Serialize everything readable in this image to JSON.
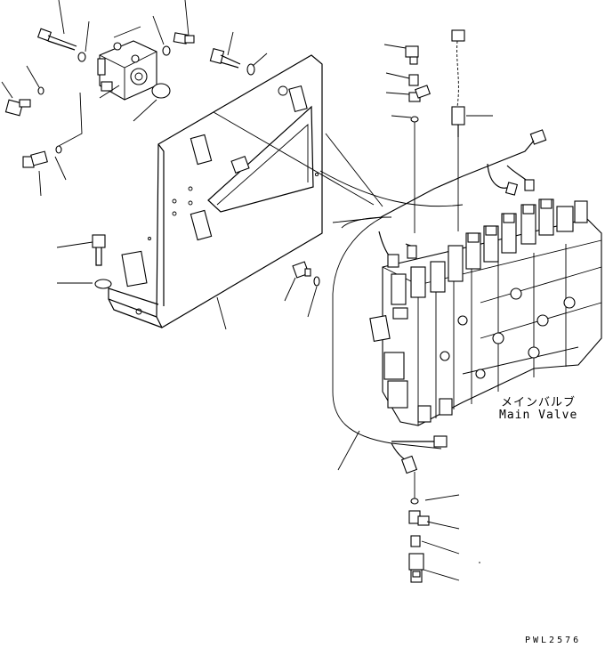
{
  "labels": {
    "valve_name_jp": "メインバルブ",
    "valve_name_en": "Main Valve",
    "drawing_code": "PWL2576"
  }
}
